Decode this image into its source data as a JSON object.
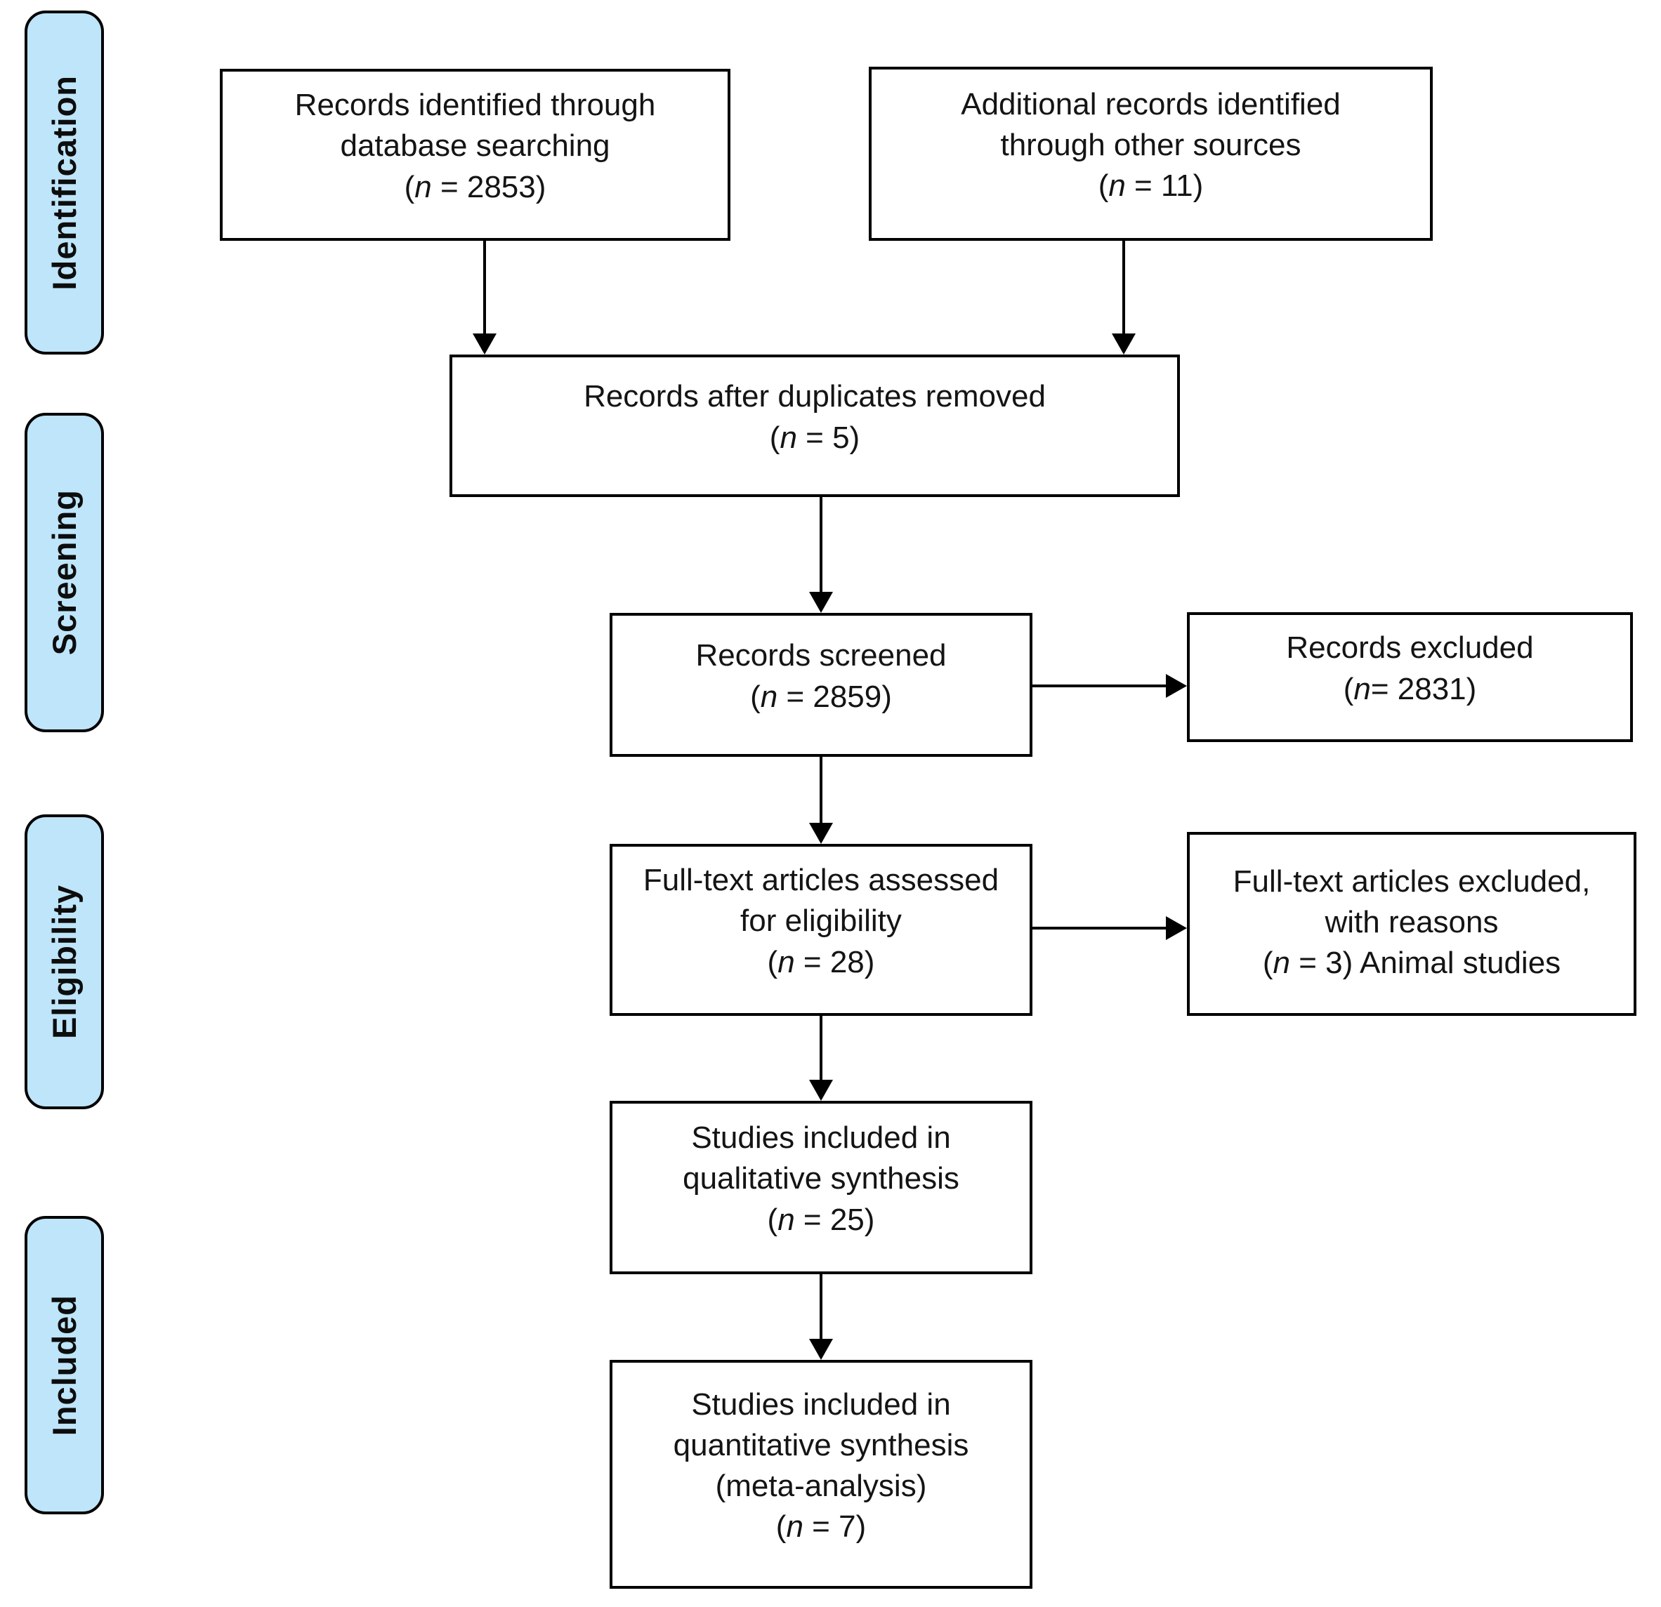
{
  "diagram": {
    "kind": "prisma-flow",
    "stages": [
      {
        "label": "Identification"
      },
      {
        "label": "Screening"
      },
      {
        "label": "Eligibility"
      },
      {
        "label": "Included"
      }
    ],
    "boxes": {
      "identified": {
        "text": "Records identified through\ndatabase searching",
        "count": "(n = 2853)"
      },
      "additional": {
        "text": "Additional records identified\nthrough other sources",
        "count": "(n = 11)"
      },
      "duplicates": {
        "text": "Records after duplicates removed",
        "count": "(n = 5)"
      },
      "screened": {
        "text": "Records screened",
        "count": "(n = 2859)"
      },
      "excluded": {
        "text": "Records excluded",
        "count": "(n= 2831)"
      },
      "assessed": {
        "text": "Full-text articles assessed\nfor eligibility",
        "count": "(n = 28)"
      },
      "fulltext_excluded": {
        "text": "Full-text articles excluded,\nwith reasons",
        "count": "(n = 3) Animal studies"
      },
      "qualitative": {
        "text": "Studies included in\nqualitative synthesis",
        "count": "(n = 25)"
      },
      "quantitative": {
        "text": "Studies included in\nquantitative synthesis\n(meta-analysis)",
        "count": "(n = 7)"
      }
    },
    "colors": {
      "stage_fill": "#BEE5F9",
      "stage_border": "#000000",
      "box_fill": "#FFFFFF",
      "box_border": "#000000",
      "arrow": "#000000"
    }
  }
}
